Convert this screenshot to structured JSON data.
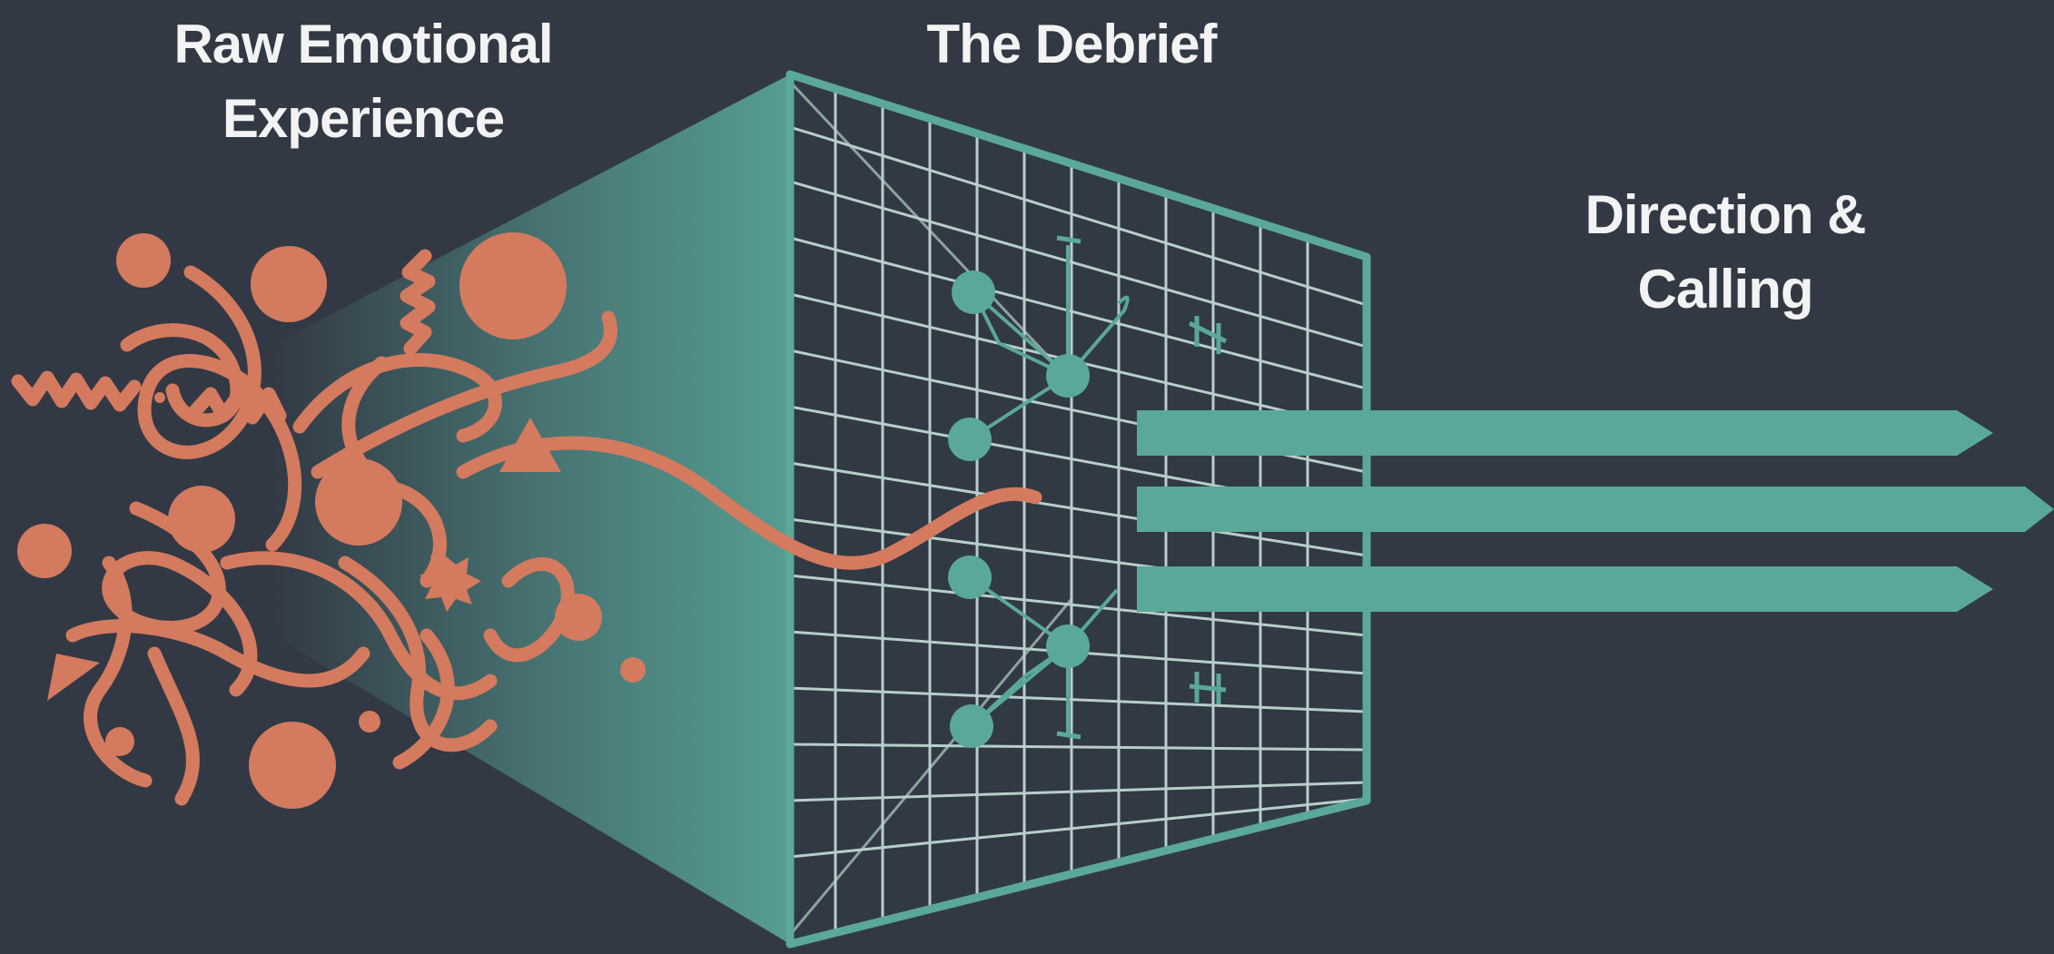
{
  "labels": {
    "raw_line1": "Raw Emotional",
    "raw_line2": "Experience",
    "debrief": "The Debrief",
    "direction_line1": "Direction &",
    "direction_line2": "Calling"
  },
  "colors": {
    "background": "#323945",
    "chaos": "#d47a5e",
    "teal": "#5aa89a",
    "grid_line": "#cfe9e3",
    "text": "#f3f3f3"
  },
  "arrows": {
    "count": 3
  }
}
